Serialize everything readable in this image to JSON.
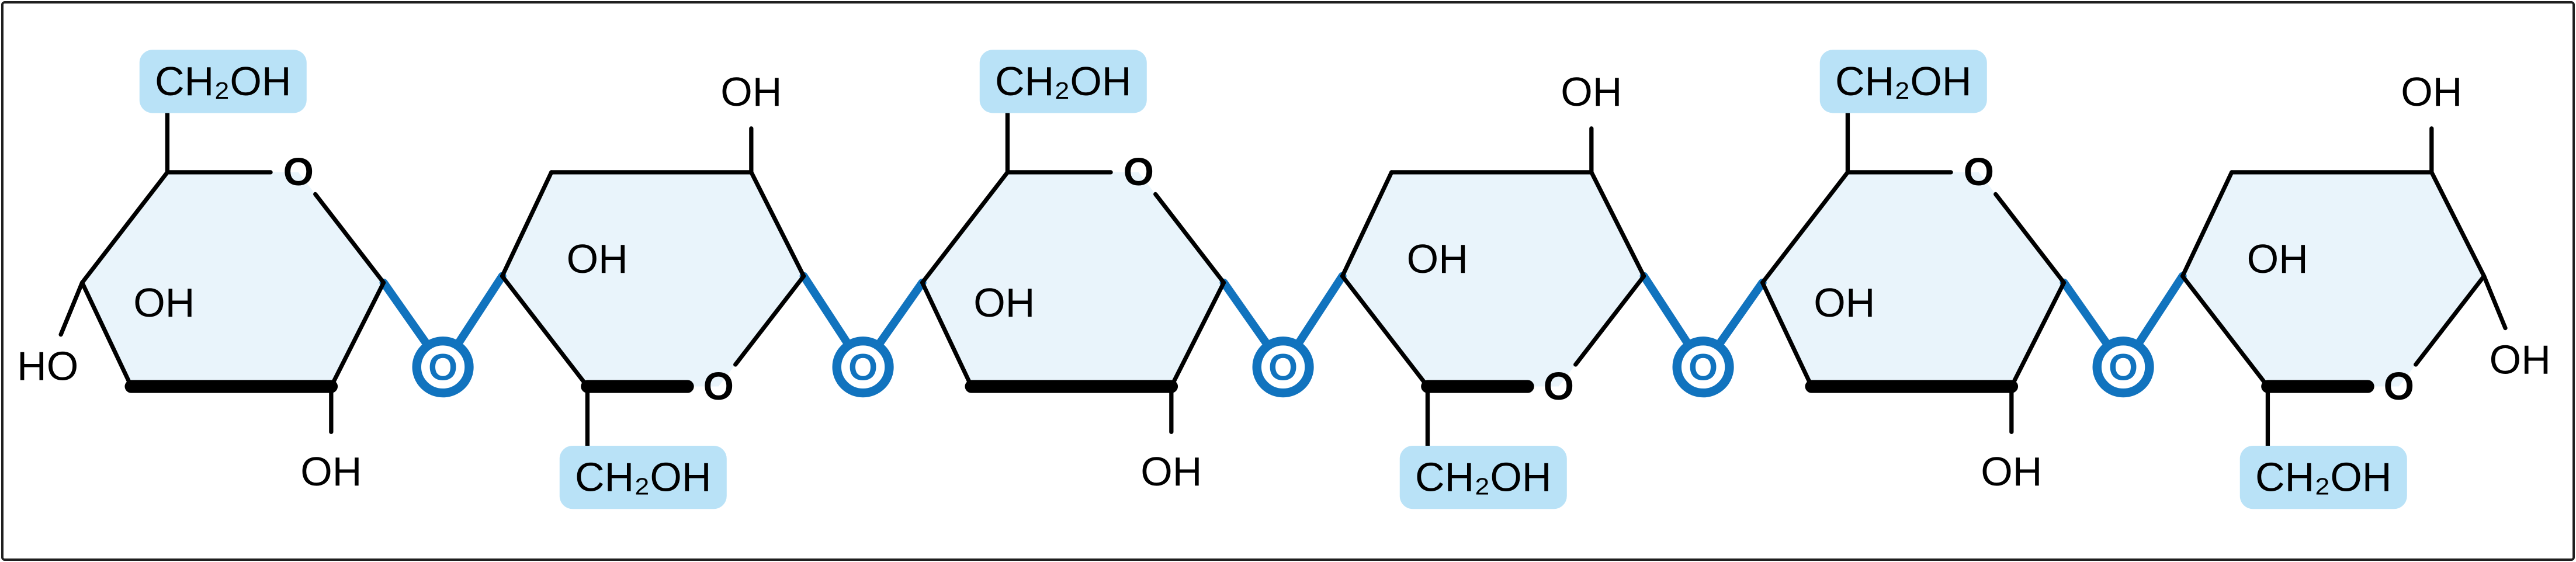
{
  "figure": {
    "type": "chemical-structure-diagram",
    "subject": "Polysaccharide chain of six pyranose sugar rings joined by glycosidic oxygen linkages",
    "colors": {
      "background": "#ffffff",
      "frame_border": "#1f1f1f",
      "ring_fill": "#e9f4fb",
      "highlight_fill": "#b9e2f7",
      "line": "#000000",
      "accent": "#1173be"
    },
    "rings": [
      {
        "id": 1,
        "orientation": "up",
        "ring_oxygen": "O",
        "substituents": [
          {
            "position": "top",
            "label": "CH₂OH",
            "highlighted": true
          },
          {
            "position": "inside",
            "label": "OH"
          },
          {
            "position": "bottom",
            "label": "OH"
          },
          {
            "position": "left",
            "label": "HO"
          }
        ]
      },
      {
        "id": 2,
        "orientation": "down",
        "ring_oxygen": "O",
        "substituents": [
          {
            "position": "top",
            "label": "OH"
          },
          {
            "position": "inside",
            "label": "OH"
          },
          {
            "position": "bottom",
            "label": "CH₂OH",
            "highlighted": true
          }
        ]
      },
      {
        "id": 3,
        "orientation": "up",
        "ring_oxygen": "O",
        "substituents": [
          {
            "position": "top",
            "label": "CH₂OH",
            "highlighted": true
          },
          {
            "position": "inside",
            "label": "OH"
          },
          {
            "position": "bottom",
            "label": "OH"
          }
        ]
      },
      {
        "id": 4,
        "orientation": "down",
        "ring_oxygen": "O",
        "substituents": [
          {
            "position": "top",
            "label": "OH"
          },
          {
            "position": "inside",
            "label": "OH"
          },
          {
            "position": "bottom",
            "label": "CH₂OH",
            "highlighted": true
          }
        ]
      },
      {
        "id": 5,
        "orientation": "up",
        "ring_oxygen": "O",
        "substituents": [
          {
            "position": "top",
            "label": "CH₂OH",
            "highlighted": true
          },
          {
            "position": "inside",
            "label": "OH"
          },
          {
            "position": "bottom",
            "label": "OH"
          }
        ]
      },
      {
        "id": 6,
        "orientation": "down",
        "ring_oxygen": "O",
        "substituents": [
          {
            "position": "top",
            "label": "OH"
          },
          {
            "position": "inside",
            "label": "OH"
          },
          {
            "position": "bottom",
            "label": "CH₂OH",
            "highlighted": true
          },
          {
            "position": "right",
            "label": "OH"
          }
        ]
      }
    ],
    "linkers": [
      {
        "label": "O"
      },
      {
        "label": "O"
      },
      {
        "label": "O"
      },
      {
        "label": "O"
      },
      {
        "label": "O"
      }
    ]
  }
}
